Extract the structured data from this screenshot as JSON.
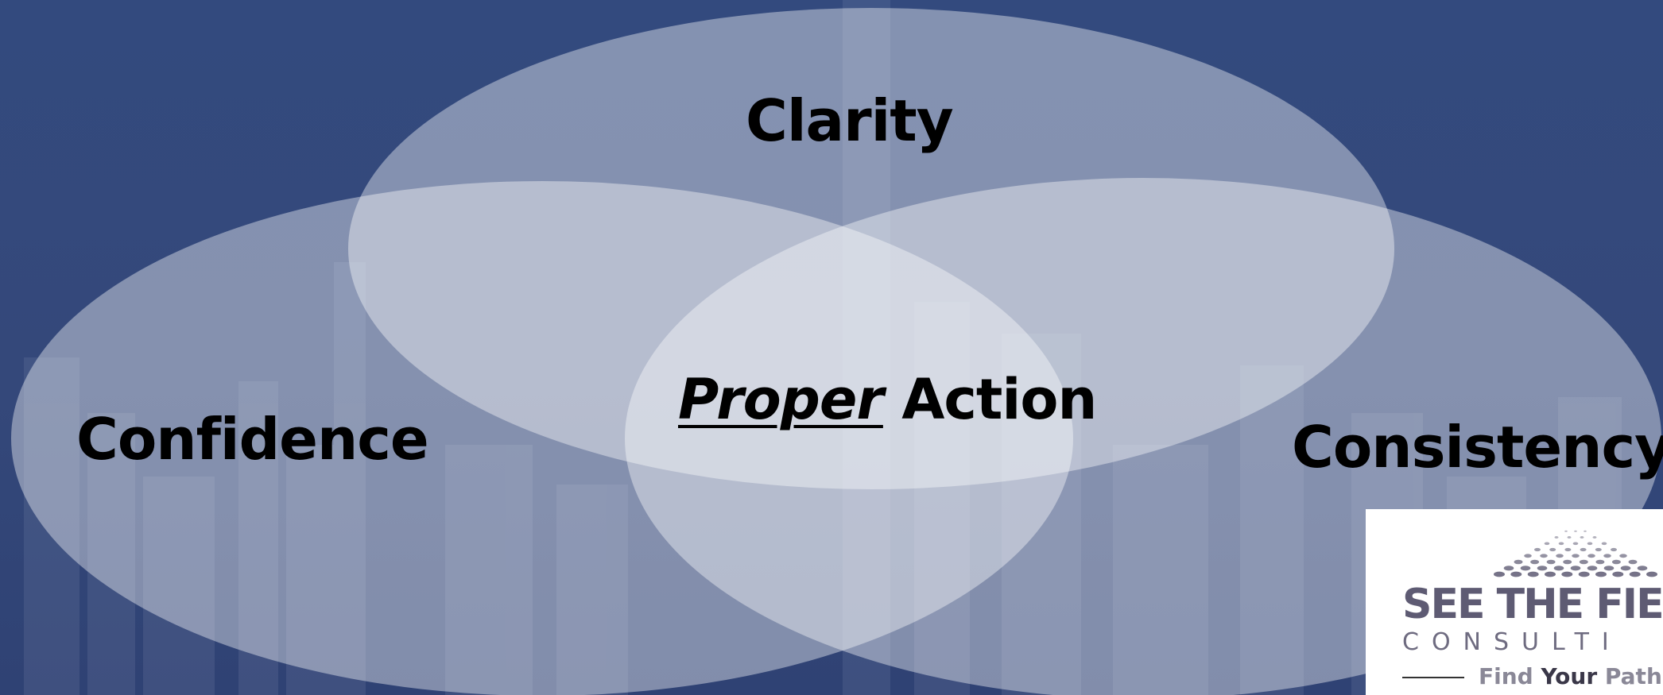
{
  "diagram": {
    "circles": [
      {
        "id": "clarity",
        "label": "Clarity"
      },
      {
        "id": "confidence",
        "label": "Confidence"
      },
      {
        "id": "consistency",
        "label": "Consistency"
      }
    ],
    "center": {
      "emphasis": "Proper",
      "rest": "Action"
    }
  },
  "logo": {
    "title": "SEE THE FIE",
    "subtitle": "CONSULTI",
    "tagline_prefix": "Find",
    "tagline_bold": "Your",
    "tagline_suffix": "Path"
  },
  "colors": {
    "background": "#32477a",
    "circle_fill": "#ffffff",
    "text": "#000000",
    "logo_gray": "#5e5b73"
  }
}
